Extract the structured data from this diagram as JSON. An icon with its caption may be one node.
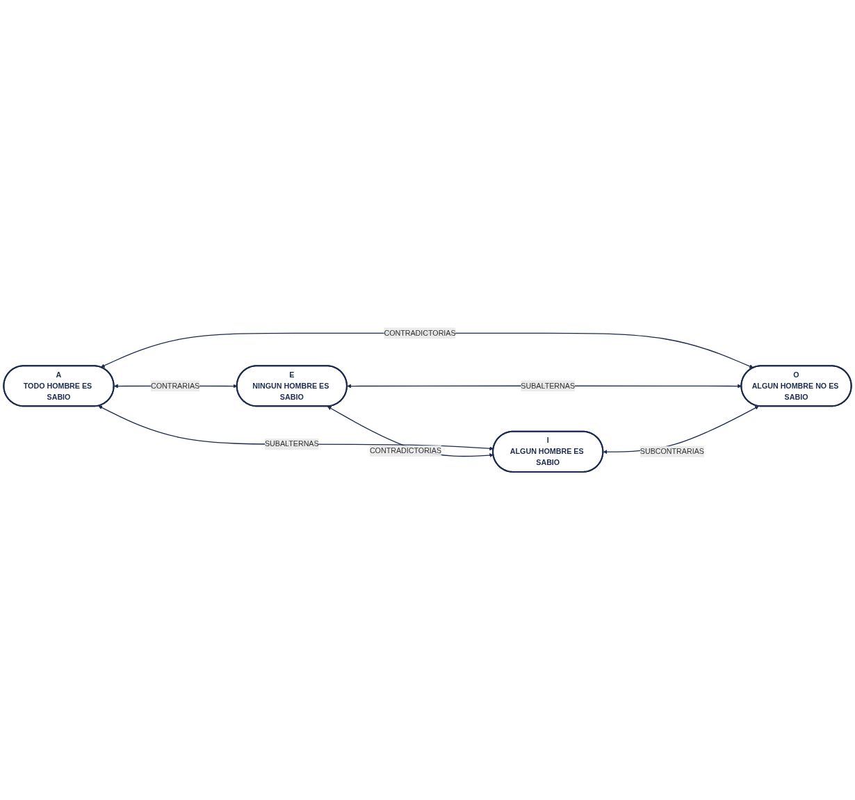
{
  "diagram": {
    "nodes": [
      {
        "text": [
          "A",
          "TODO HOMBRE ES SABIO"
        ]
      },
      {
        "text": [
          "E",
          "NINGUN HOMBRE ES SABIO"
        ]
      },
      {
        "text": [
          "I",
          "ALGUN HOMBRE ES SABIO"
        ]
      },
      {
        "text": [
          "O",
          "ALGUN HOMBRE NO ES SABIO"
        ]
      }
    ],
    "edges": [
      {
        "from": 0,
        "to": 1,
        "arrow": "both",
        "label": "CONTRARIAS"
      },
      {
        "from": 0,
        "to": 2,
        "arrow": "both",
        "label": "SUBALTERNAS"
      },
      {
        "from": 0,
        "to": 3,
        "arrow": "both",
        "label": "CONTRADICTORIAS"
      },
      {
        "from": 1,
        "to": 2,
        "arrow": "both",
        "label": "CONTRADICTORIAS"
      },
      {
        "from": 1,
        "to": 3,
        "arrow": "both",
        "label": "SUBALTERNAS"
      },
      {
        "from": 2,
        "to": 3,
        "arrow": "both",
        "label": "SUBCONTRARIAS"
      }
    ]
  }
}
